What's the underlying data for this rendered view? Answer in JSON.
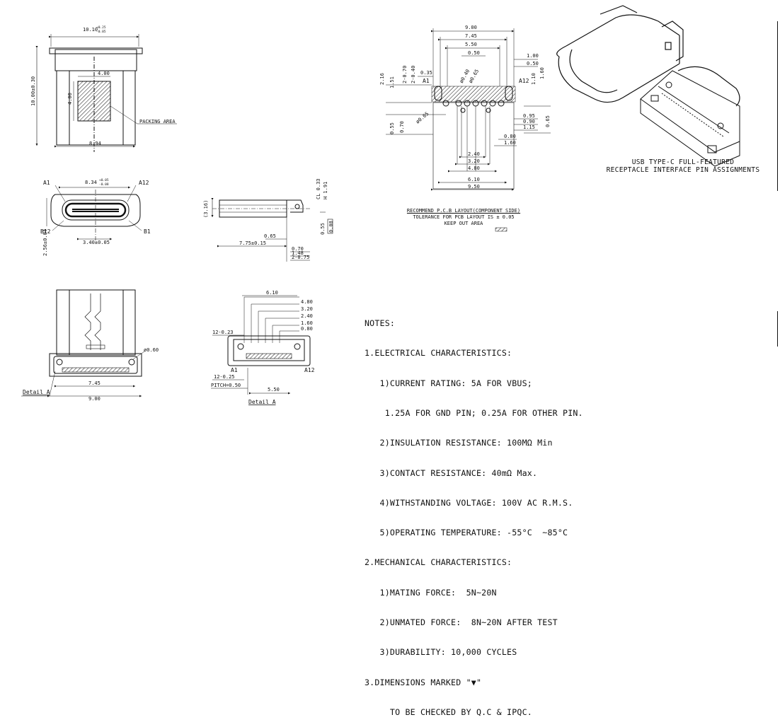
{
  "views": {
    "top": {
      "dims": [
        "10.10",
        "+0.25",
        "-0.05",
        "10.00±0.30",
        "4.00",
        "4.00",
        "8.94"
      ],
      "packing_label": "PACKING AREA"
    },
    "front": {
      "dims": [
        "8.34",
        "+0.05",
        "-0.08",
        "3.40±0.05",
        "2.56±0.04"
      ],
      "pins": [
        "A1",
        "A12",
        "B12",
        "B1"
      ]
    },
    "side": {
      "dims": [
        "(3.16)",
        "CL 0.33",
        "H 1.91",
        "0.65",
        "7.75±0.15",
        "0.55",
        "0.08",
        "0.70",
        "1.48",
        "2-0.75"
      ]
    },
    "bottom": {
      "dims": [
        "ø0.60",
        "7.45",
        "9.00"
      ],
      "detail_label": "Detail A"
    },
    "detail": {
      "dims": [
        "6.10",
        "4.80",
        "3.20",
        "2.40",
        "1.60",
        "0.80",
        "12-0.23",
        "12-0.25",
        "PITCH=0.50",
        "5.50"
      ],
      "pins": [
        "A1",
        "A12"
      ],
      "caption": "Detail A"
    },
    "pcb": {
      "top_dims": [
        "9.00",
        "7.45",
        "5.50",
        "0.50"
      ],
      "left_dims": [
        "2.16",
        "1.51",
        "2-0.70",
        "2-0.40",
        "0.35",
        "0.55",
        "0.70",
        "ø0.65"
      ],
      "mid_dims": [
        "ø0.40",
        "ø0.65"
      ],
      "right_dims": [
        "1.00",
        "0.50",
        "1.10",
        "1.60",
        "0.95",
        "0.90",
        "1.15",
        "0.80",
        "1.60",
        "0.65"
      ],
      "bottom_dims": [
        "2.40",
        "3.20",
        "4.80",
        "6.10",
        "9.50"
      ],
      "pins": [
        "A1",
        "A12"
      ],
      "caption_title": "RECOMMEND P.C.B LAYOUT(COMPONENT SIDE)",
      "caption_tol": "TOLERANCE FOR PCB LAYOUT IS ± 0.05",
      "caption_keepout": "KEEP OUT AREA"
    },
    "iso": {
      "caption_line1": "USB TYPE-C FULL-FEATURED",
      "caption_line2": "RECEPTACLE INTERFACE PIN ASSIGNMENTS"
    }
  },
  "notes": [
    "NOTES:",
    "1.ELECTRICAL CHARACTERISTICS:",
    "   1)CURRENT RATING: 5A FOR VBUS;",
    "    1.25A FOR GND PIN; 0.25A FOR OTHER PIN.",
    "   2)INSULATION RESISTANCE: 100MΩ Min",
    "   3)CONTACT RESISTANCE: 40mΩ Max.",
    "   4)WITHSTANDING VOLTAGE: 100V AC R.M.S.",
    "   5)OPERATING TEMPERATURE: -55°C  ~85°C",
    "2.MECHANICAL CHARACTERISTICS:",
    "   1)MATING FORCE:  5N~20N",
    "   2)UNMATED FORCE:  8N~20N AFTER TEST",
    "   3)DURABILITY: 10,000 CYCLES",
    "3.DIMENSIONS MARKED \"▼\"",
    "     TO BE CHECKED BY Q.C & IPQC."
  ]
}
